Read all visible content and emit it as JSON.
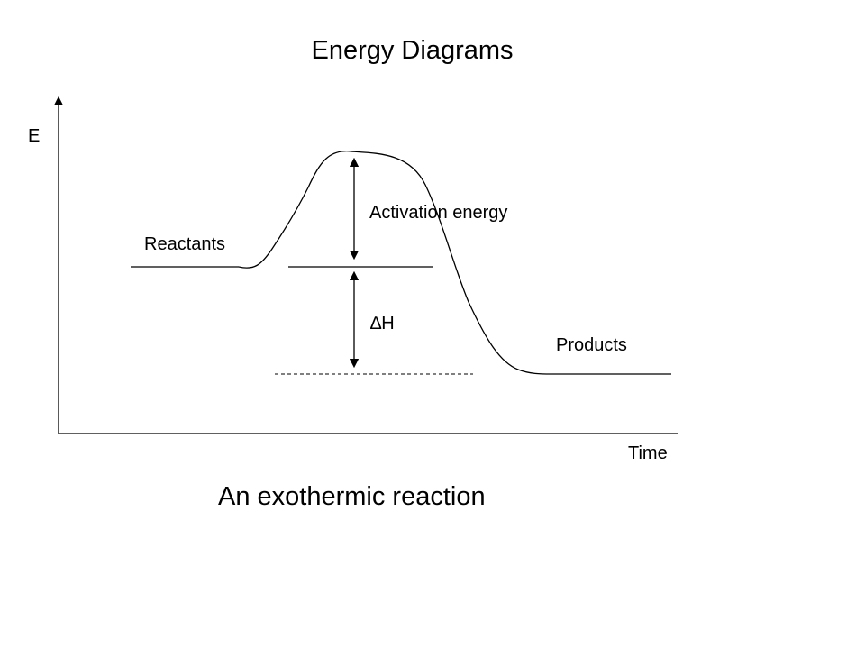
{
  "title": "Energy Diagrams",
  "subtitle": "An exothermic reaction",
  "axes": {
    "y_label": "E",
    "x_label": "Time"
  },
  "labels": {
    "reactants": "Reactants",
    "products": "Products",
    "activation_energy": "Activation energy",
    "delta_h": "∆H"
  },
  "colors": {
    "line": "#000000",
    "background": "#ffffff"
  }
}
